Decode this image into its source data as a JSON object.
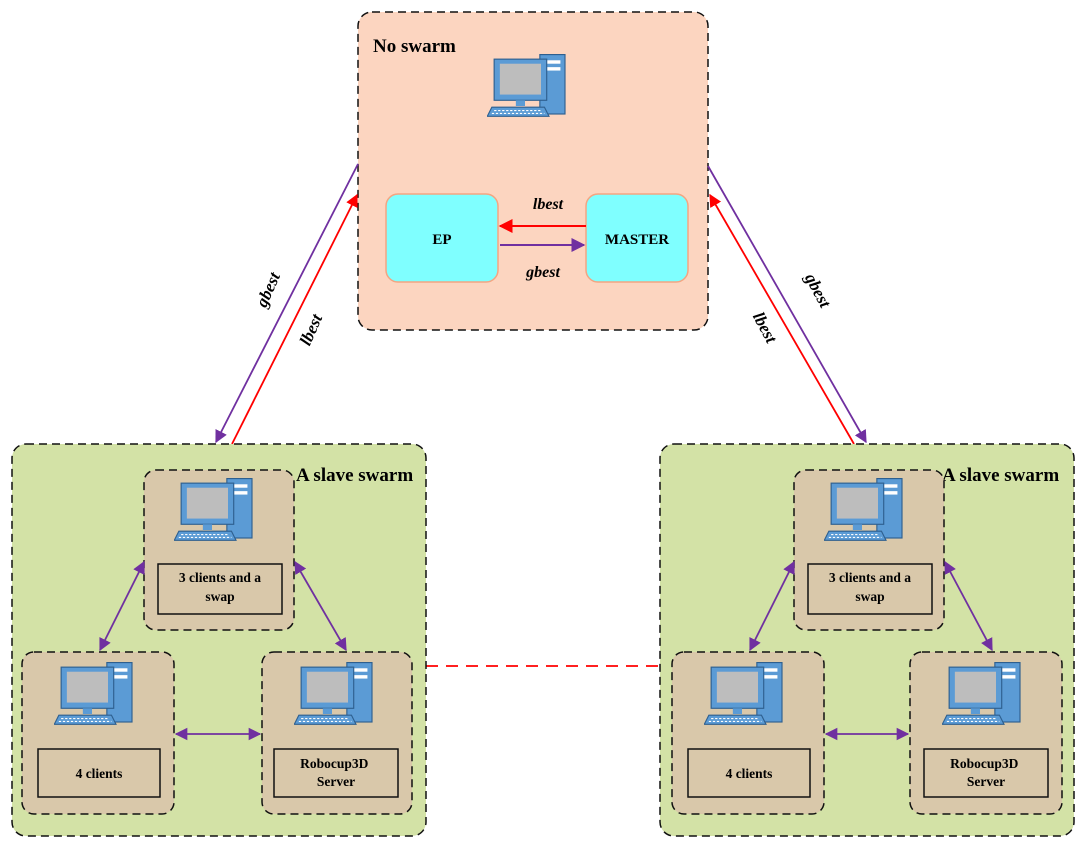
{
  "master_region": {
    "title": "No swarm",
    "ep_label": "EP",
    "master_label": "MASTER",
    "arrow_top_label": "lbest",
    "arrow_bottom_label": "gbest"
  },
  "links": {
    "left_gbest": "gbest",
    "left_lbest": "lbest",
    "right_gbest": "gbest",
    "right_lbest": "lbest"
  },
  "swarms": [
    {
      "title": "A slave swarm",
      "nodes": {
        "top": "3 clients and a swap",
        "left": "4 clients",
        "right_line1": "Robocup3D",
        "right_line2": "Server"
      }
    },
    {
      "title": "A slave swarm",
      "nodes": {
        "top": "3 clients and a swap",
        "left": "4 clients",
        "right_line1": "Robocup3D",
        "right_line2": "Server"
      }
    }
  ],
  "colors": {
    "master_bg": "#fcd5c0",
    "swarm_bg": "#d3e2a6",
    "node_bg": "#d9c8aa",
    "box_bg": "#00ffff",
    "red_arrow": "#ff0000",
    "purple_arrow": "#7030a0",
    "monitor_blue": "#5b9bd5",
    "screen_gray": "#bdbdbd"
  },
  "icons": [
    "computer-icon"
  ]
}
